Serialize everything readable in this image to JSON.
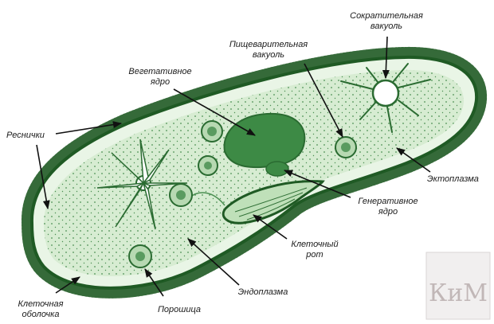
{
  "labels": {
    "contractile_vacuole": "Сократительная\nвакуоль",
    "digestive_vacuole": "Пищеварительная\nвакуоль",
    "macronucleus": "Вегетативное\nядро",
    "cilia": "Реснички",
    "ectoplasm": "Эктоплазма",
    "micronucleus": "Генеративное\nядро",
    "cell_mouth": "Клеточный\nрот",
    "endoplasm": "Эндоплазма",
    "cell_membrane": "Клеточная\nоболочка",
    "cytoproct": "Порошица"
  },
  "watermark": {
    "text": "КиМ"
  },
  "colors": {
    "cell_fill": "#d7ecd2",
    "ectoplasm_fill": "#e9f5e6",
    "outline": "#1f5a24",
    "nucleus": "#3d8a45",
    "vacuole_fill": "#b7d9b2",
    "arrow": "#111111"
  }
}
